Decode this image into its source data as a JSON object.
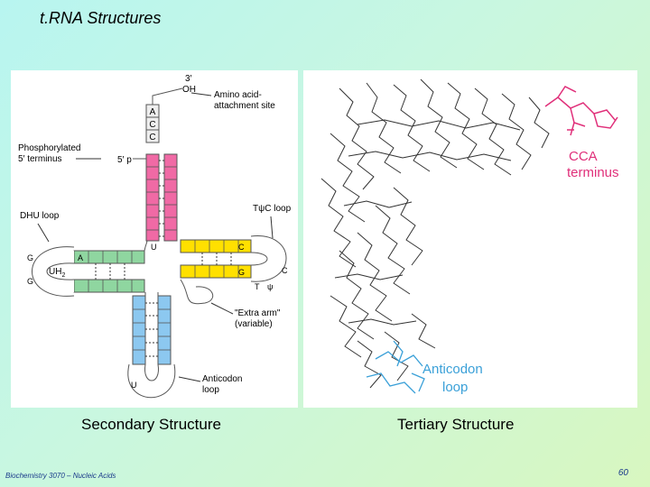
{
  "title": "t.RNA Structures",
  "left_diagram": {
    "label_3prime": "3′",
    "label_oh": "OH",
    "label_amino": "Amino acid-",
    "label_attachment": "attachment site",
    "bases_acc": [
      "A",
      "C",
      "C"
    ],
    "label_phos1": "Phosphorylated",
    "label_phos2": "5′ terminus",
    "label_5p": "5′ p",
    "label_dhu": "DHU loop",
    "label_tpsic": "TψC loop",
    "label_uh2": "UH",
    "label_uh2_sub": "2",
    "base_a": "A",
    "base_g1": "G",
    "base_g2": "G",
    "base_u_top": "U",
    "base_c_right": "C",
    "base_g_right": "G",
    "base_t": "T",
    "base_psi": "ψ",
    "base_c_loop": "C",
    "label_extra1": "\"Extra arm\"",
    "label_extra2": "(variable)",
    "label_anticodon1": "Anticodon",
    "label_anticodon2": "loop",
    "base_u_bottom": "U"
  },
  "right_diagram": {
    "label_cca1": "CCA",
    "label_cca2": "terminus",
    "label_anti1": "Anticodon",
    "label_anti2": "loop"
  },
  "caption_left": "Secondary Structure",
  "caption_right": "Tertiary Structure",
  "footer": "Biochemistry 3070 – Nucleic Acids",
  "page_number": "60",
  "colors": {
    "acceptor_pink": "#f06aa5",
    "tpsic_yellow": "#ffe000",
    "dhu_green": "#8fd6a0",
    "anticodon_blue": "#8cc8f0",
    "cca_magenta": "#e0307a",
    "anticodon_cyan": "#3aa0d8"
  }
}
